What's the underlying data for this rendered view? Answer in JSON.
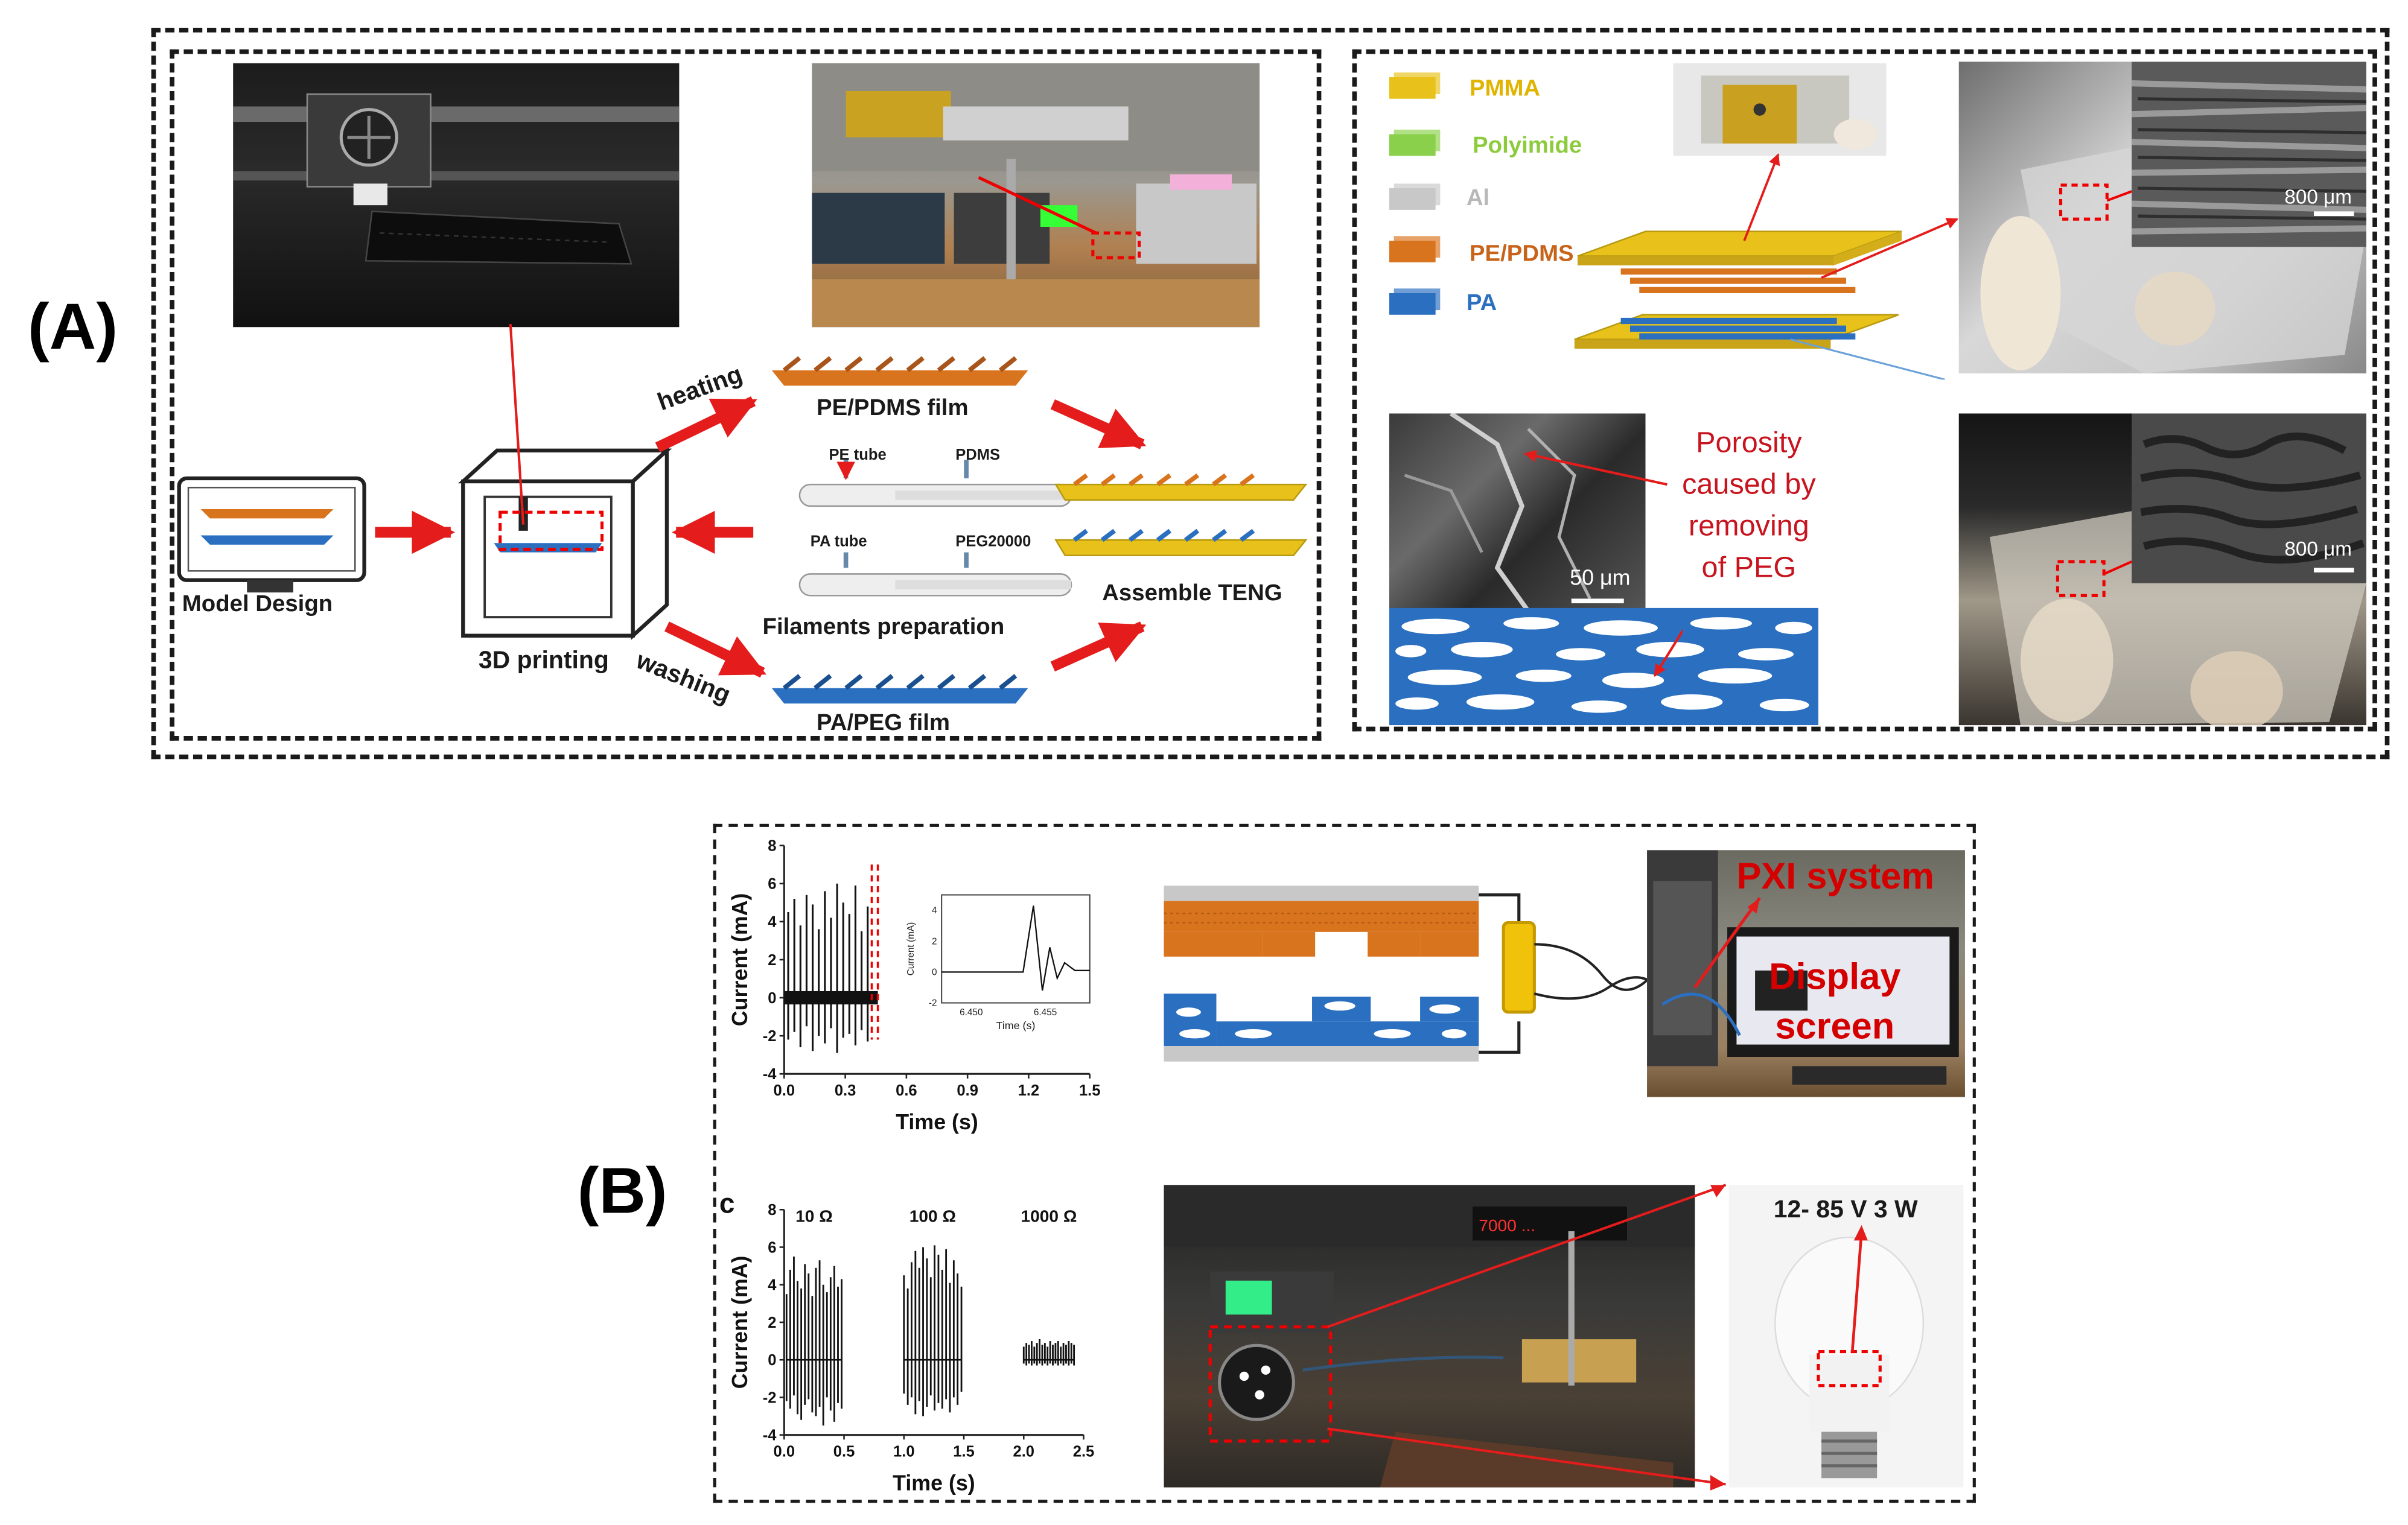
{
  "panel_labels": {
    "a": "(A)",
    "b": "(B)"
  },
  "workflow": {
    "model_design": "Model Design",
    "printing": "3D printing",
    "heating": "heating",
    "washing": "washing",
    "pe_pdms_film": "PE/PDMS film",
    "pa_peg_film": "PA/PEG film",
    "filaments": "Filaments preparation",
    "pe_tube": "PE tube",
    "pdms": "PDMS",
    "pa_tube": "PA tube",
    "peg": "PEG20000",
    "assemble": "Assemble TENG"
  },
  "legend": [
    {
      "label": "PMMA",
      "color": "#e8c21a",
      "text_color": "#e0b400"
    },
    {
      "label": "Polyimide",
      "color": "#8ad04a",
      "text_color": "#8ccc3c"
    },
    {
      "label": "Al",
      "color": "#c8c8c8",
      "text_color": "#b8b8b8"
    },
    {
      "label": "PE/PDMS",
      "color": "#d9741e",
      "text_color": "#c8641a"
    },
    {
      "label": "PA",
      "color": "#2a6fc0",
      "text_color": "#2a6fc0"
    }
  ],
  "porosity": {
    "line1": "Porosity",
    "line2": "caused by",
    "line3": "removing",
    "line4": "of PEG"
  },
  "scale_bars": {
    "sem_small": "50 μm",
    "sem_top": "800 μm",
    "sem_bottom": "800 μm"
  },
  "setup": {
    "pxi": "PXI system",
    "display1": "Display",
    "display2": "screen",
    "bulb": "12- 85 V 3 W"
  },
  "chart_data": [
    {
      "type": "line",
      "xlabel": "Time (s)",
      "ylabel": "Current (mA)",
      "xlim": [
        0,
        1.5
      ],
      "ylim": [
        -4,
        8
      ],
      "x_ticks": [
        "0.0",
        "0.3",
        "0.6",
        "0.9",
        "1.2",
        "1.5"
      ],
      "y_ticks": [
        "-4",
        "-2",
        "0",
        "2",
        "4",
        "6",
        "8"
      ],
      "spike_times": [
        0.02,
        0.05,
        0.08,
        0.11,
        0.14,
        0.17,
        0.2,
        0.23,
        0.26,
        0.29,
        0.32,
        0.35,
        0.38,
        0.41
      ],
      "spike_pos": [
        4.5,
        5.2,
        3.8,
        5.4,
        4.9,
        3.6,
        5.6,
        4.2,
        6.0,
        5.0,
        4.4,
        5.9,
        3.5,
        4.8
      ],
      "spike_neg": [
        -2.2,
        -1.8,
        -2.6,
        -1.5,
        -2.8,
        -2.0,
        -2.4,
        -1.6,
        -2.9,
        -2.1,
        -1.9,
        -2.5,
        -1.7,
        -2.3
      ],
      "highlight_x": [
        0.43,
        0.46
      ],
      "inset": {
        "xlabel": "Time (s)",
        "ylabel": "Current (mA)",
        "x_ticks": [
          "6.450",
          "6.455"
        ],
        "y_ticks": [
          "-2",
          "0",
          "2",
          "4"
        ],
        "xlim": [
          6.448,
          6.458
        ],
        "ylim": [
          -2,
          5
        ]
      }
    },
    {
      "type": "line",
      "panel_label": "c",
      "xlabel": "Time (s)",
      "ylabel": "Current (mA)",
      "xlim": [
        0,
        2.5
      ],
      "ylim": [
        -4,
        8
      ],
      "x_ticks": [
        "0.0",
        "0.5",
        "1.0",
        "1.5",
        "2.0",
        "2.5"
      ],
      "y_ticks": [
        "-4",
        "-2",
        "0",
        "2",
        "4",
        "6",
        "8"
      ],
      "series": [
        {
          "name": "10 Ω",
          "t_start": 0.02,
          "t_end": 0.48,
          "n": 16,
          "pos": [
            3.5,
            4.8,
            5.5,
            4.2,
            3.8,
            5.1,
            4.6,
            3.4,
            4.9,
            5.3,
            4.0,
            3.6,
            4.4,
            5.0,
            3.9,
            4.3
          ],
          "neg": [
            -2.2,
            -2.6,
            -1.9,
            -2.9,
            -3.2,
            -2.4,
            -2.1,
            -2.8,
            -3.0,
            -2.5,
            -3.5,
            -2.0,
            -2.7,
            -3.3,
            -2.3,
            -2.6
          ]
        },
        {
          "name": "100 Ω",
          "t_start": 1.0,
          "t_end": 1.48,
          "n": 16,
          "pos": [
            4.5,
            3.8,
            5.2,
            5.8,
            4.9,
            6.0,
            5.4,
            4.4,
            6.1,
            5.6,
            4.8,
            5.9,
            4.1,
            5.3,
            4.6,
            3.9
          ],
          "neg": [
            -1.8,
            -2.4,
            -2.0,
            -2.9,
            -2.2,
            -3.0,
            -2.5,
            -1.9,
            -2.7,
            -2.3,
            -2.6,
            -2.1,
            -2.8,
            -2.0,
            -2.4,
            -1.7
          ]
        },
        {
          "name": "1000 Ω",
          "t_start": 2.0,
          "t_end": 2.42,
          "n": 20,
          "pos": [
            0.7,
            0.9,
            0.8,
            1.0,
            0.7,
            0.9,
            1.1,
            0.8,
            0.9,
            0.7,
            1.0,
            0.8,
            0.9,
            1.0,
            0.7,
            0.9,
            0.8,
            1.0,
            0.9,
            0.8
          ],
          "neg": [
            -0.2,
            -0.3,
            -0.2,
            -0.3,
            -0.2,
            -0.3,
            -0.2,
            -0.3,
            -0.2,
            -0.3,
            -0.2,
            -0.3,
            -0.2,
            -0.3,
            -0.2,
            -0.3,
            -0.2,
            -0.3,
            -0.2,
            -0.3
          ]
        }
      ]
    }
  ]
}
